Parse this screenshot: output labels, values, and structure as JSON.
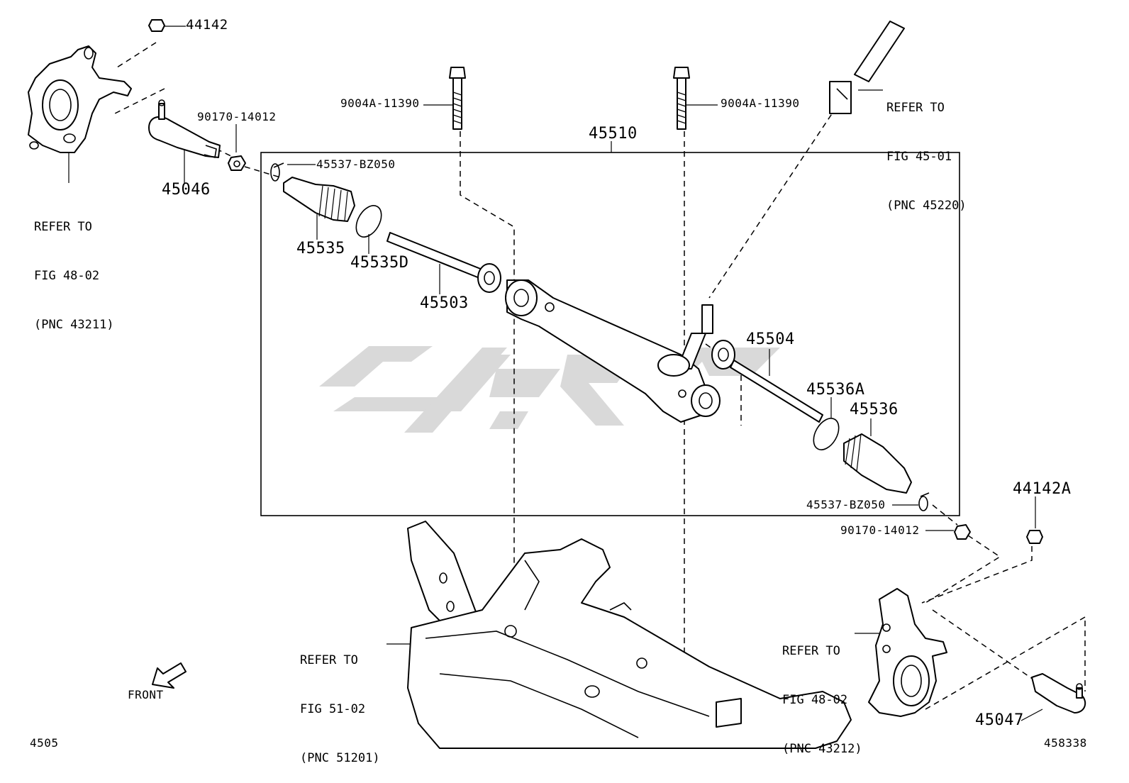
{
  "labels": {
    "p44142": "44142",
    "p45046": "45046",
    "p90170_top": "90170-14012",
    "p9004a_left": "9004A-11390",
    "p9004a_right": "9004A-11390",
    "p45510": "45510",
    "p45537_top": "45537-BZ050",
    "p45535": "45535",
    "p45535d": "45535D",
    "p45503": "45503",
    "p45504": "45504",
    "p45536a": "45536A",
    "p45536": "45536",
    "p45537_bottom": "45537-BZ050",
    "p90170_bottom": "90170-14012",
    "p44142a": "44142A",
    "p45047": "45047",
    "front": "FRONT",
    "fig_id": "4505",
    "drawing_no": "458338"
  },
  "refs": {
    "knuckle_left": {
      "line1": "REFER TO",
      "line2": "FIG 48-02",
      "line3": "(PNC 43211)"
    },
    "steering_shaft": {
      "line1": "REFER TO",
      "line2": "FIG 45-01",
      "line3": "(PNC 45220)"
    },
    "crossmember": {
      "line1": "REFER TO",
      "line2": "FIG 51-02",
      "line3": "(PNC 51201)"
    },
    "knuckle_right": {
      "line1": "REFER TO",
      "line2": "FIG 48-02",
      "line3": "(PNC 43212)"
    }
  },
  "icons": {
    "front_arrow": "front-arrow-icon"
  },
  "colors": {
    "line": "#000000",
    "watermark": "#d9d9d9",
    "background": "#ffffff"
  }
}
